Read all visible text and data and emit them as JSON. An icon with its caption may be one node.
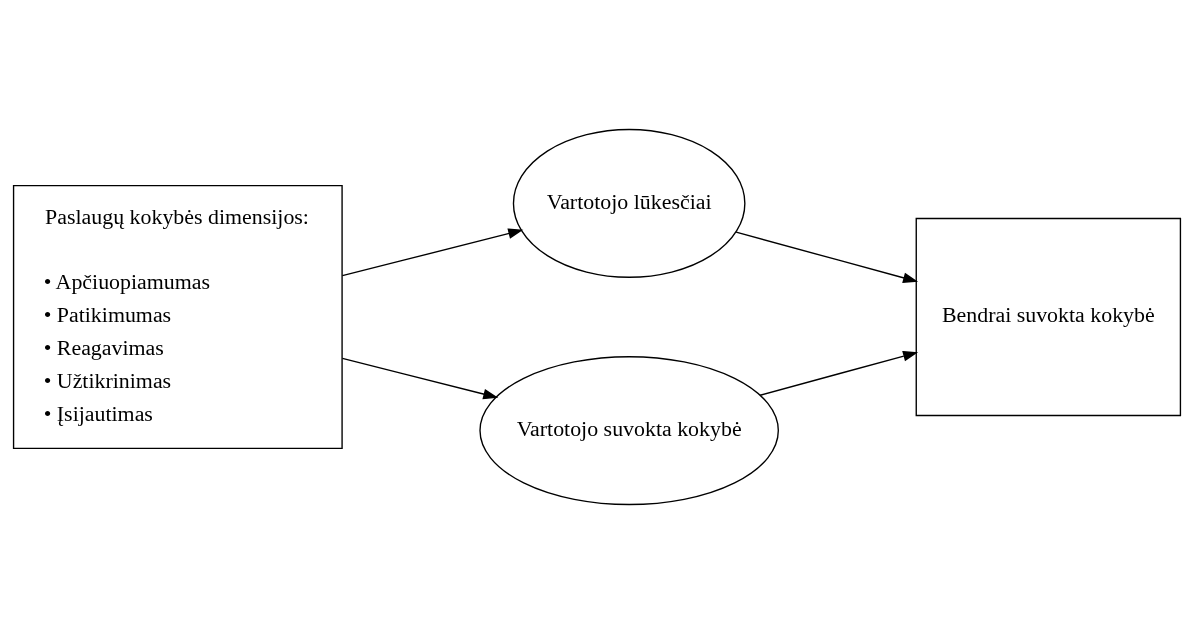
{
  "diagram": {
    "nodes": [
      {
        "text": [
          "Paslaugų kokybės dimensijos:",
          "• Apčiuopiamumas",
          "• Patikimumas",
          "• Reagavimas",
          "• Užtikrinimas",
          "• Įsijautimas"
        ]
      },
      {
        "text": [
          "Vartotojo lūkesčiai"
        ]
      },
      {
        "text": [
          "Vartotojo suvokta kokybė"
        ]
      },
      {
        "text": [
          "Bendrai suvokta kokybė"
        ]
      }
    ],
    "edges": [
      {
        "from": 0,
        "to": 1,
        "arrow": "to"
      },
      {
        "from": 0,
        "to": 2,
        "arrow": "to"
      },
      {
        "from": 1,
        "to": 3,
        "arrow": "to"
      },
      {
        "from": 2,
        "to": 3,
        "arrow": "to"
      }
    ]
  }
}
